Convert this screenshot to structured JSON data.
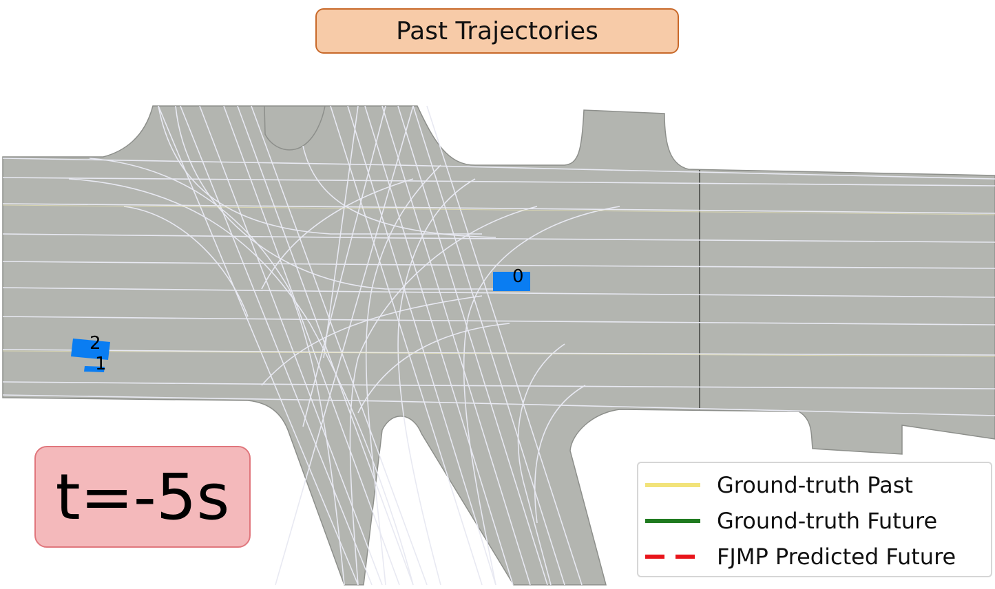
{
  "title": "Past Trajectories",
  "time_label": "t=-5s",
  "agents": [
    {
      "id": "0",
      "label": "0"
    },
    {
      "id": "1",
      "label": "1"
    },
    {
      "id": "2",
      "label": "2"
    }
  ],
  "legend": {
    "items": [
      {
        "label": "Ground-truth Past",
        "color": "#f2e37a"
      },
      {
        "label": "Ground-truth Future",
        "color": "#1f7a1f"
      },
      {
        "label": "FJMP Predicted Future",
        "color": "#e8141a"
      }
    ]
  },
  "colors": {
    "road": "#b3b5b0",
    "lane": "#e8e9f2",
    "agent": "#0a7df2"
  }
}
